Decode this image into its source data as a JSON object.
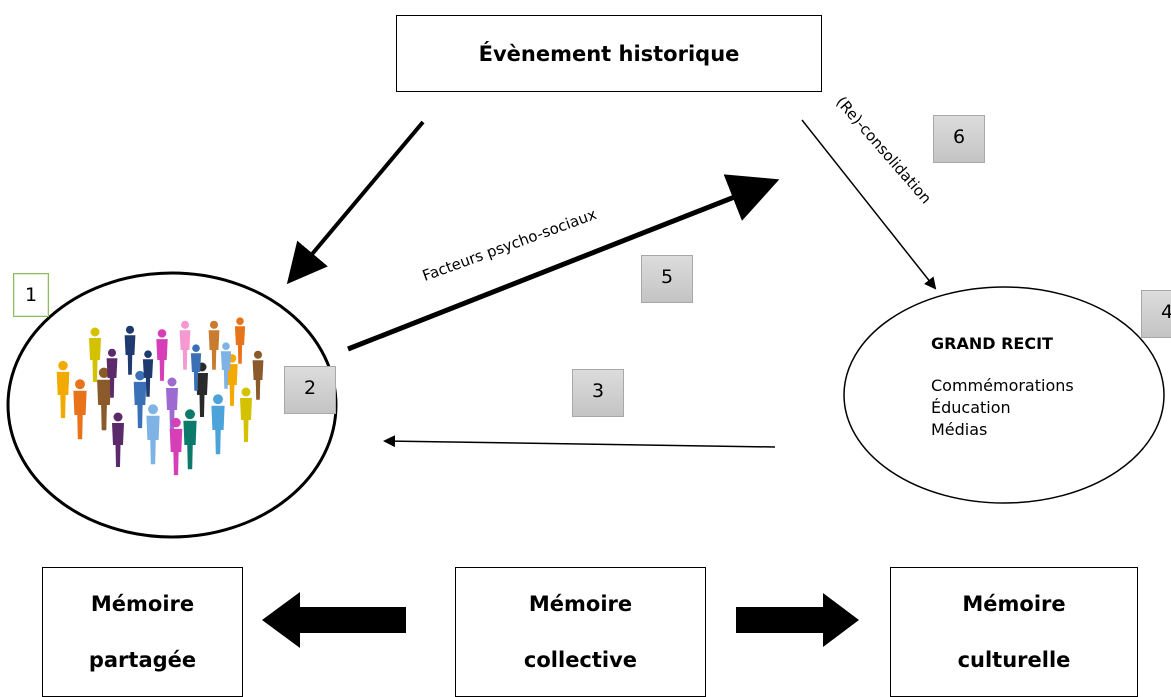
{
  "diagram": {
    "event_title": "Évènement historique",
    "number_labels": [
      "1",
      "2",
      "3",
      "4",
      "5",
      "6"
    ],
    "arrow_labels": {
      "facteurs": "Facteurs psycho-sociaux",
      "reconsolidation": "(Re)-consolidation"
    },
    "grand_recit": {
      "title": "GRAND RECIT",
      "items": [
        "Commémorations",
        "Éducation",
        "Médias"
      ]
    },
    "memoires": [
      {
        "line1": "Mémoire",
        "line2": "partagée"
      },
      {
        "line1": "Mémoire",
        "line2": "collective"
      },
      {
        "line1": "Mémoire",
        "line2": "culturelle"
      }
    ],
    "people_colors": [
      "#f2a900",
      "#e8731a",
      "#d4c200",
      "#8b5a2b",
      "#5a2a6a",
      "#1e3a6e",
      "#3b6fb6",
      "#7fb3e6",
      "#d63fb8",
      "#9c6ad0",
      "#f59ad0",
      "#0b7a6a",
      "#2a2a2a",
      "#c97b2f",
      "#4ca3d9"
    ]
  }
}
